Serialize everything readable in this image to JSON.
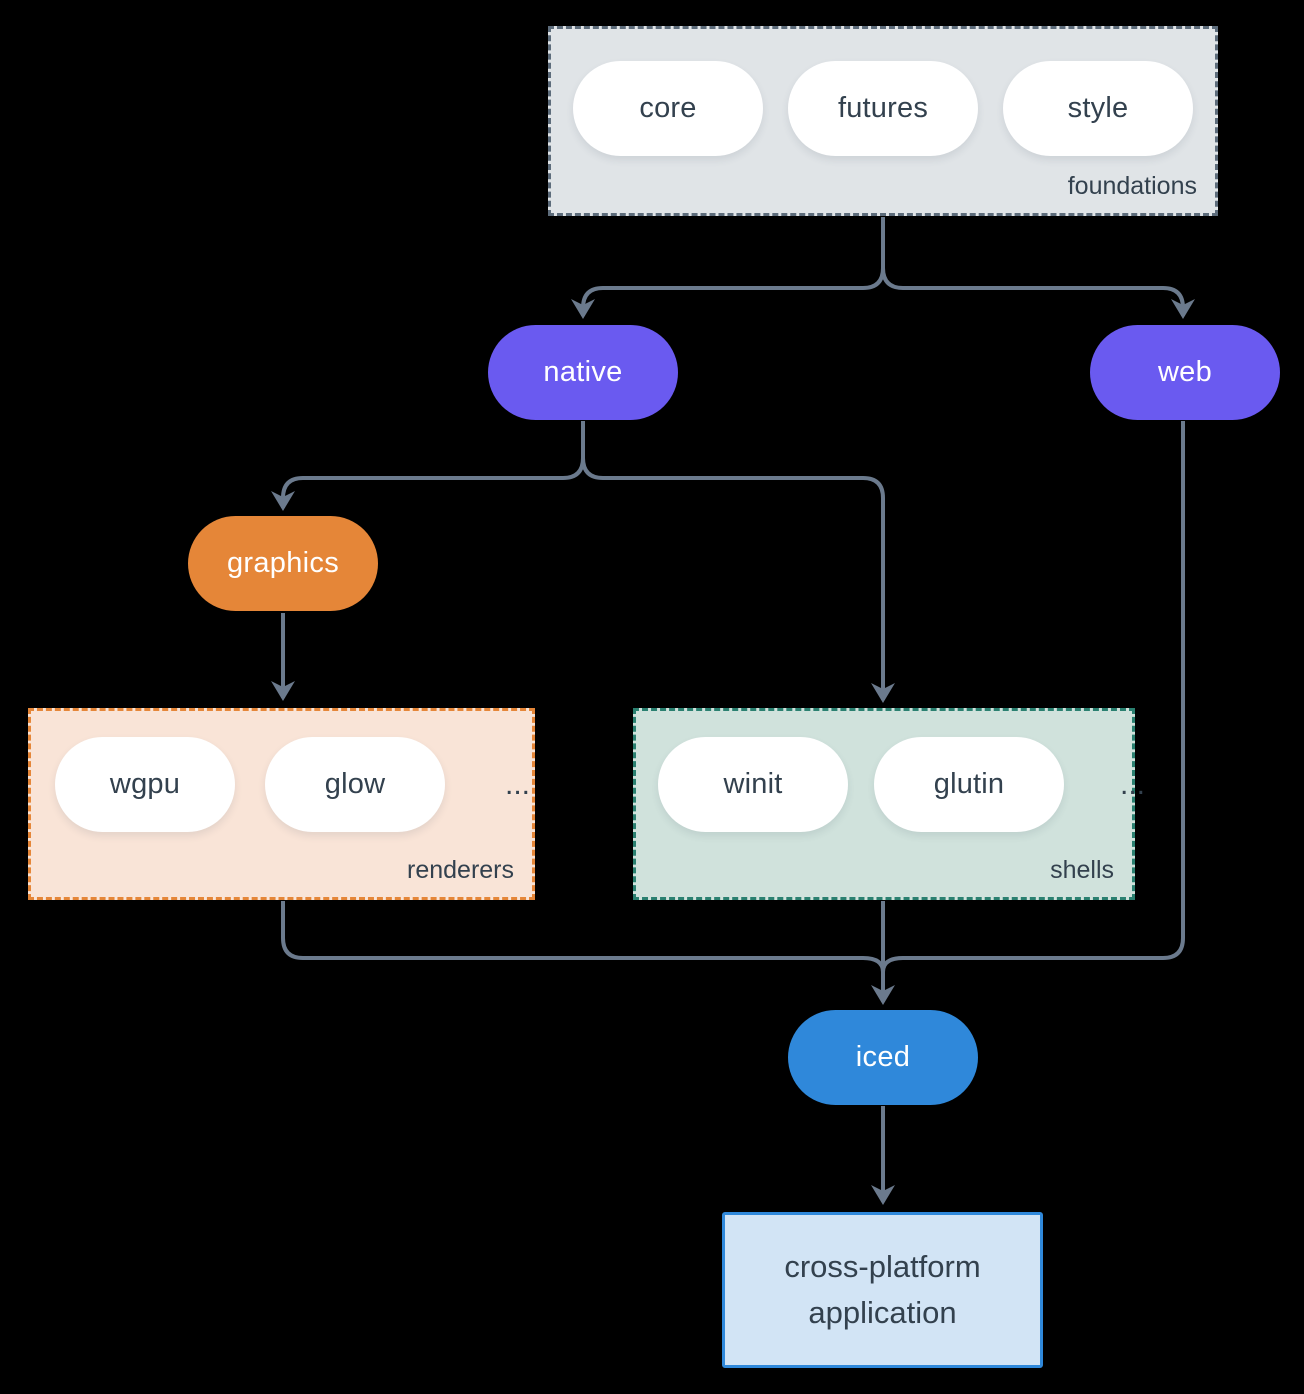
{
  "colors": {
    "background": "#000000",
    "line": "#6b7a8d",
    "node_text_dark": "#33414e",
    "node_text_light": "#ffffff",
    "purple": "#6a5af0",
    "orange": "#e58638",
    "blue": "#2f88da",
    "foundations_fill": "#e0e4e7",
    "foundations_border": "#5d6c7b",
    "renderers_fill": "#f9e4d7",
    "renderers_border": "#e58638",
    "shells_fill": "#d0e2dc",
    "shells_border": "#2a8070",
    "app_fill": "#d2e4f5",
    "app_border": "#2f88da",
    "pill_fill": "#ffffff"
  },
  "groups": {
    "foundations": {
      "label": "foundations",
      "pills": [
        "core",
        "futures",
        "style"
      ]
    },
    "renderers": {
      "label": "renderers",
      "pills": [
        "wgpu",
        "glow"
      ],
      "ellipsis": "..."
    },
    "shells": {
      "label": "shells",
      "pills": [
        "winit",
        "glutin"
      ],
      "ellipsis": "..."
    }
  },
  "nodes": {
    "native": "native",
    "web": "web",
    "graphics": "graphics",
    "iced": "iced",
    "app": "cross-platform application"
  }
}
